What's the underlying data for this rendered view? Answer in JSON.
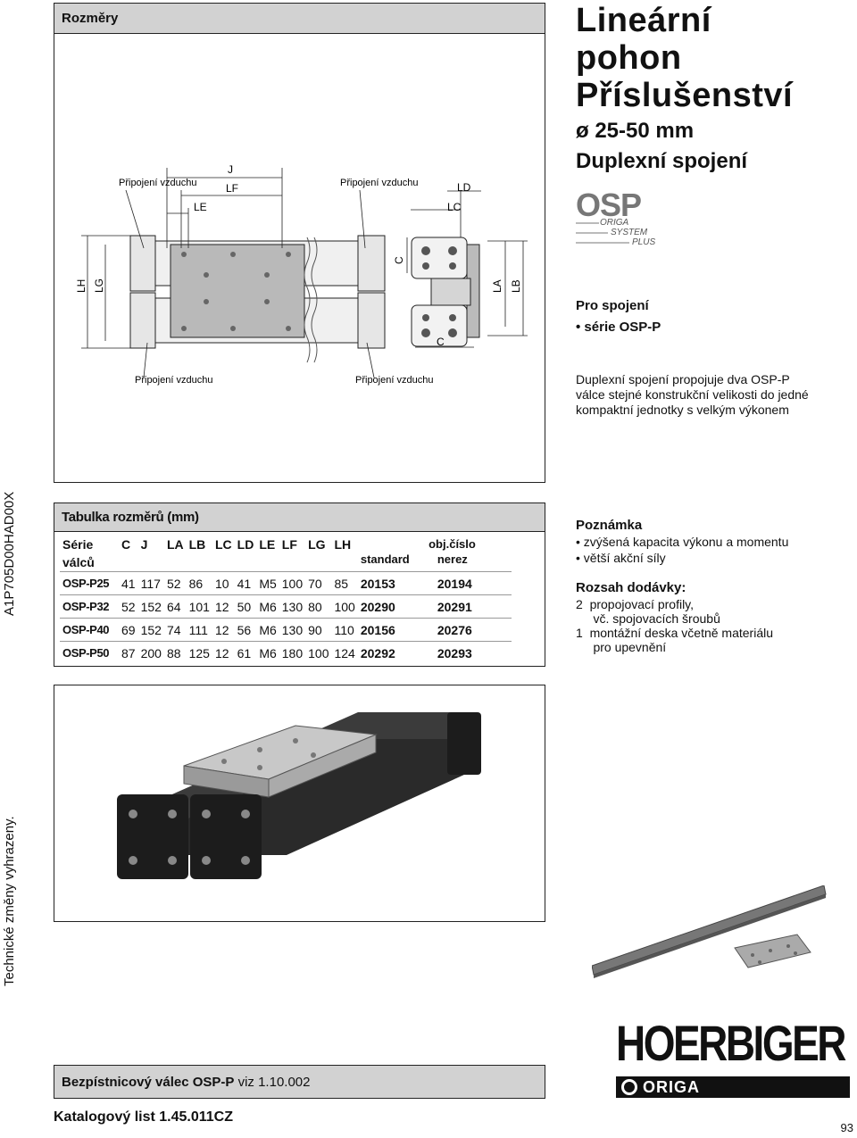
{
  "dims": {
    "header": "Rozměry",
    "air_top_left": "Připojení vzduchu",
    "air_top_right": "Připojení vzduchu",
    "air_bottom_left": "Připojení vzduchu",
    "air_bottom_right": "Připojení vzduchu",
    "labels": {
      "J": "J",
      "LF": "LF",
      "LE": "LE",
      "LD": "LD",
      "LC": "LC",
      "C_top": "C",
      "C_bottom": "C",
      "LH": "LH",
      "LG": "LG",
      "LA": "LA",
      "LB": "LB"
    }
  },
  "title": {
    "line1": "Lineární",
    "line2": "pohon",
    "line3": "Příslušenství",
    "line4": "ø 25-50 mm",
    "line5": "Duplexní spojení"
  },
  "osp_logo": {
    "word": "OSP",
    "l1": "ORIGA",
    "l2": "SYSTEM",
    "l3": "PLUS"
  },
  "connect": {
    "heading": "Pro spojení",
    "item": "• série OSP-P"
  },
  "description": [
    "Duplexní spojení propojuje dva OSP-P",
    "válce stejné konstrukční velikosti do jedné",
    "kompaktní jednotky s velkým výkonem"
  ],
  "table": {
    "header": "Tabulka rozměrů (mm)",
    "col_series_1": "Série",
    "col_series_2": "válců",
    "cols": [
      "C",
      "J",
      "LA",
      "LB",
      "LC",
      "LD",
      "LE",
      "LF",
      "LG",
      "LH"
    ],
    "order_header": "obj.číslo",
    "order_std": "standard",
    "order_nerez": "nerez",
    "rows": [
      {
        "series": "OSP-P25",
        "vals": [
          "41",
          "117",
          "52",
          "86",
          "10",
          "41",
          "M5",
          "100",
          "70",
          "85"
        ],
        "std": "20153",
        "nerez": "20194"
      },
      {
        "series": "OSP-P32",
        "vals": [
          "52",
          "152",
          "64",
          "101",
          "12",
          "50",
          "M6",
          "130",
          "80",
          "100"
        ],
        "std": "20290",
        "nerez": "20291"
      },
      {
        "series": "OSP-P40",
        "vals": [
          "69",
          "152",
          "74",
          "111",
          "12",
          "56",
          "M6",
          "130",
          "90",
          "110"
        ],
        "std": "20156",
        "nerez": "20276"
      },
      {
        "series": "OSP-P50",
        "vals": [
          "87",
          "200",
          "88",
          "125",
          "12",
          "61",
          "M6",
          "180",
          "100",
          "124"
        ],
        "std": "20292",
        "nerez": "20293"
      }
    ]
  },
  "note": {
    "heading": "Poznámka",
    "items": [
      "• zvýšená kapacita výkonu a momentu",
      "• větší akční síly"
    ]
  },
  "scope": {
    "heading": "Rozsah dodávky:",
    "lines": [
      "2  propojovací profily,",
      "     vč. spojovacích šroubů",
      "1  montážní deska včetně materiálu",
      "     pro upevnění"
    ]
  },
  "side_code": "A1P705D00HAD00X",
  "side_notice": "Technické změny vyhrazeny.",
  "cylinder_ref": {
    "bold": "Bezpístnicový válec OSP-P",
    "rest": " viz 1.10.002"
  },
  "catalog": "Katalogový list 1.45.011CZ",
  "brand": {
    "main": "HOERBIGER",
    "sub": "ORIGA"
  },
  "page_number": "93"
}
